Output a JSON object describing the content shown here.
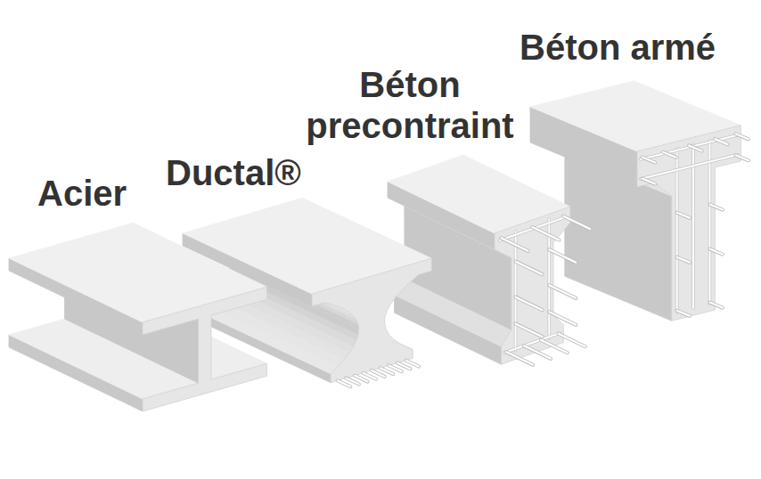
{
  "diagram": {
    "labels": [
      "Acier",
      "Ductal®",
      "Béton precontraint",
      "Béton armé"
    ]
  }
}
